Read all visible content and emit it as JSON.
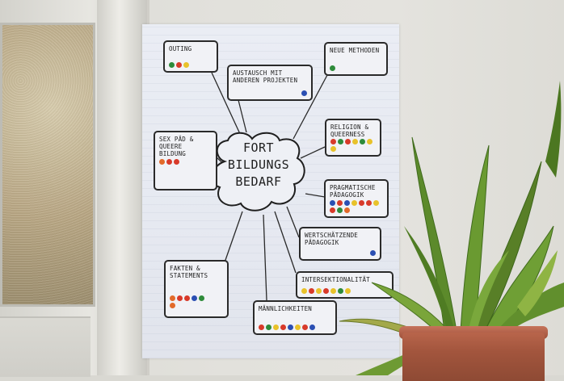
{
  "poster": {
    "center": "FORT\nBILDUNGS\nBEDARF",
    "cards": [
      {
        "id": "outing",
        "label": "OUTING",
        "dots": [
          "#2e8b3a",
          "#d83a2a",
          "#e8c22a"
        ]
      },
      {
        "id": "austausch",
        "label": "AUSTAUSCH MIT\nANDEREN PROJEKTEN",
        "dots": [
          "#2b4fb3"
        ]
      },
      {
        "id": "neue",
        "label": "NEUE METHODEN",
        "dots": [
          "#2e8b3a"
        ]
      },
      {
        "id": "religion",
        "label": "RELIGION &\nQUEERNESS",
        "dots": [
          "#d83a2a",
          "#2e8b3a",
          "#d83a2a",
          "#e8c22a",
          "#2e8b3a",
          "#e8c22a",
          "#e8c22a"
        ]
      },
      {
        "id": "sexpaed",
        "label": "SEX PÄD &\nQUEERE BILDUNG",
        "dots": [
          "#e26a2a",
          "#d83a2a",
          "#d83a2a"
        ]
      },
      {
        "id": "pragmatische",
        "label": "PRAGMATISCHE\nPÄDAGOGIK",
        "dots": [
          "#2b4fb3",
          "#d83a2a",
          "#2b4fb3",
          "#e8c22a",
          "#d83a2a",
          "#d83a2a",
          "#e8c22a",
          "#d83a2a",
          "#2e8b3a",
          "#e26a2a"
        ]
      },
      {
        "id": "wertschaetzende",
        "label": "WERTSCHÄTZENDE\nPÄDAGOGIK",
        "dots": [
          "#2b4fb3"
        ]
      },
      {
        "id": "fakten",
        "label": "FAKTEN &\nSTATEMENTS",
        "dots": [
          "#e26a2a",
          "#d83a2a",
          "#d83a2a",
          "#2b4fb3",
          "#2e8b3a",
          "#e26a2a"
        ]
      },
      {
        "id": "intersektionalitaet",
        "label": "INTERSEKTIONALITÄT",
        "dots": [
          "#e8c22a",
          "#d83a2a",
          "#e8c22a",
          "#d83a2a",
          "#e8c22a",
          "#2e8b3a",
          "#e8c22a"
        ]
      },
      {
        "id": "maennlichkeiten",
        "label": "MÄNNLICHKEITEN",
        "dots": [
          "#d83a2a",
          "#2e8b3a",
          "#e8c22a",
          "#d83a2a",
          "#2b4fb3",
          "#e8c22a",
          "#d83a2a",
          "#2b4fb3"
        ]
      }
    ]
  },
  "colors": {
    "ink": "#222222",
    "paper": "#e9ecf3",
    "pot": "#a2553d",
    "leaf": "#5e8a2a"
  }
}
